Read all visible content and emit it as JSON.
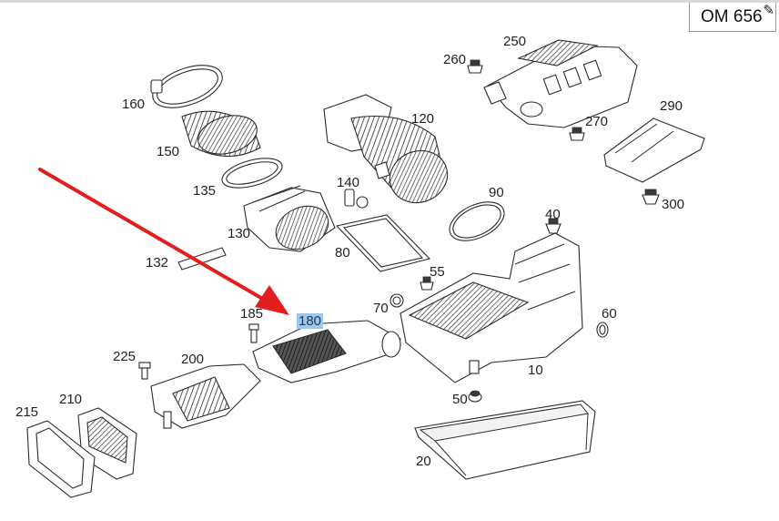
{
  "header": {
    "engine_code": "OM 656",
    "edit_icon": "pencil-icon"
  },
  "colors": {
    "arrow": "#e31e1e",
    "highlight": "#9ec6e8"
  },
  "diagram": {
    "selected_part": "180",
    "part_labels": {
      "p10": "10",
      "p20": "20",
      "p40": "40",
      "p50": "50",
      "p55": "55",
      "p60": "60",
      "p70": "70",
      "p80": "80",
      "p90": "90",
      "p120": "120",
      "p130": "130",
      "p132": "132",
      "p135": "135",
      "p140": "140",
      "p150": "150",
      "p160": "160",
      "p180": "180",
      "p185": "185",
      "p200": "200",
      "p210": "210",
      "p215": "215",
      "p225": "225",
      "p250": "250",
      "p260": "260",
      "p270": "270",
      "p290": "290",
      "p300": "300"
    }
  }
}
